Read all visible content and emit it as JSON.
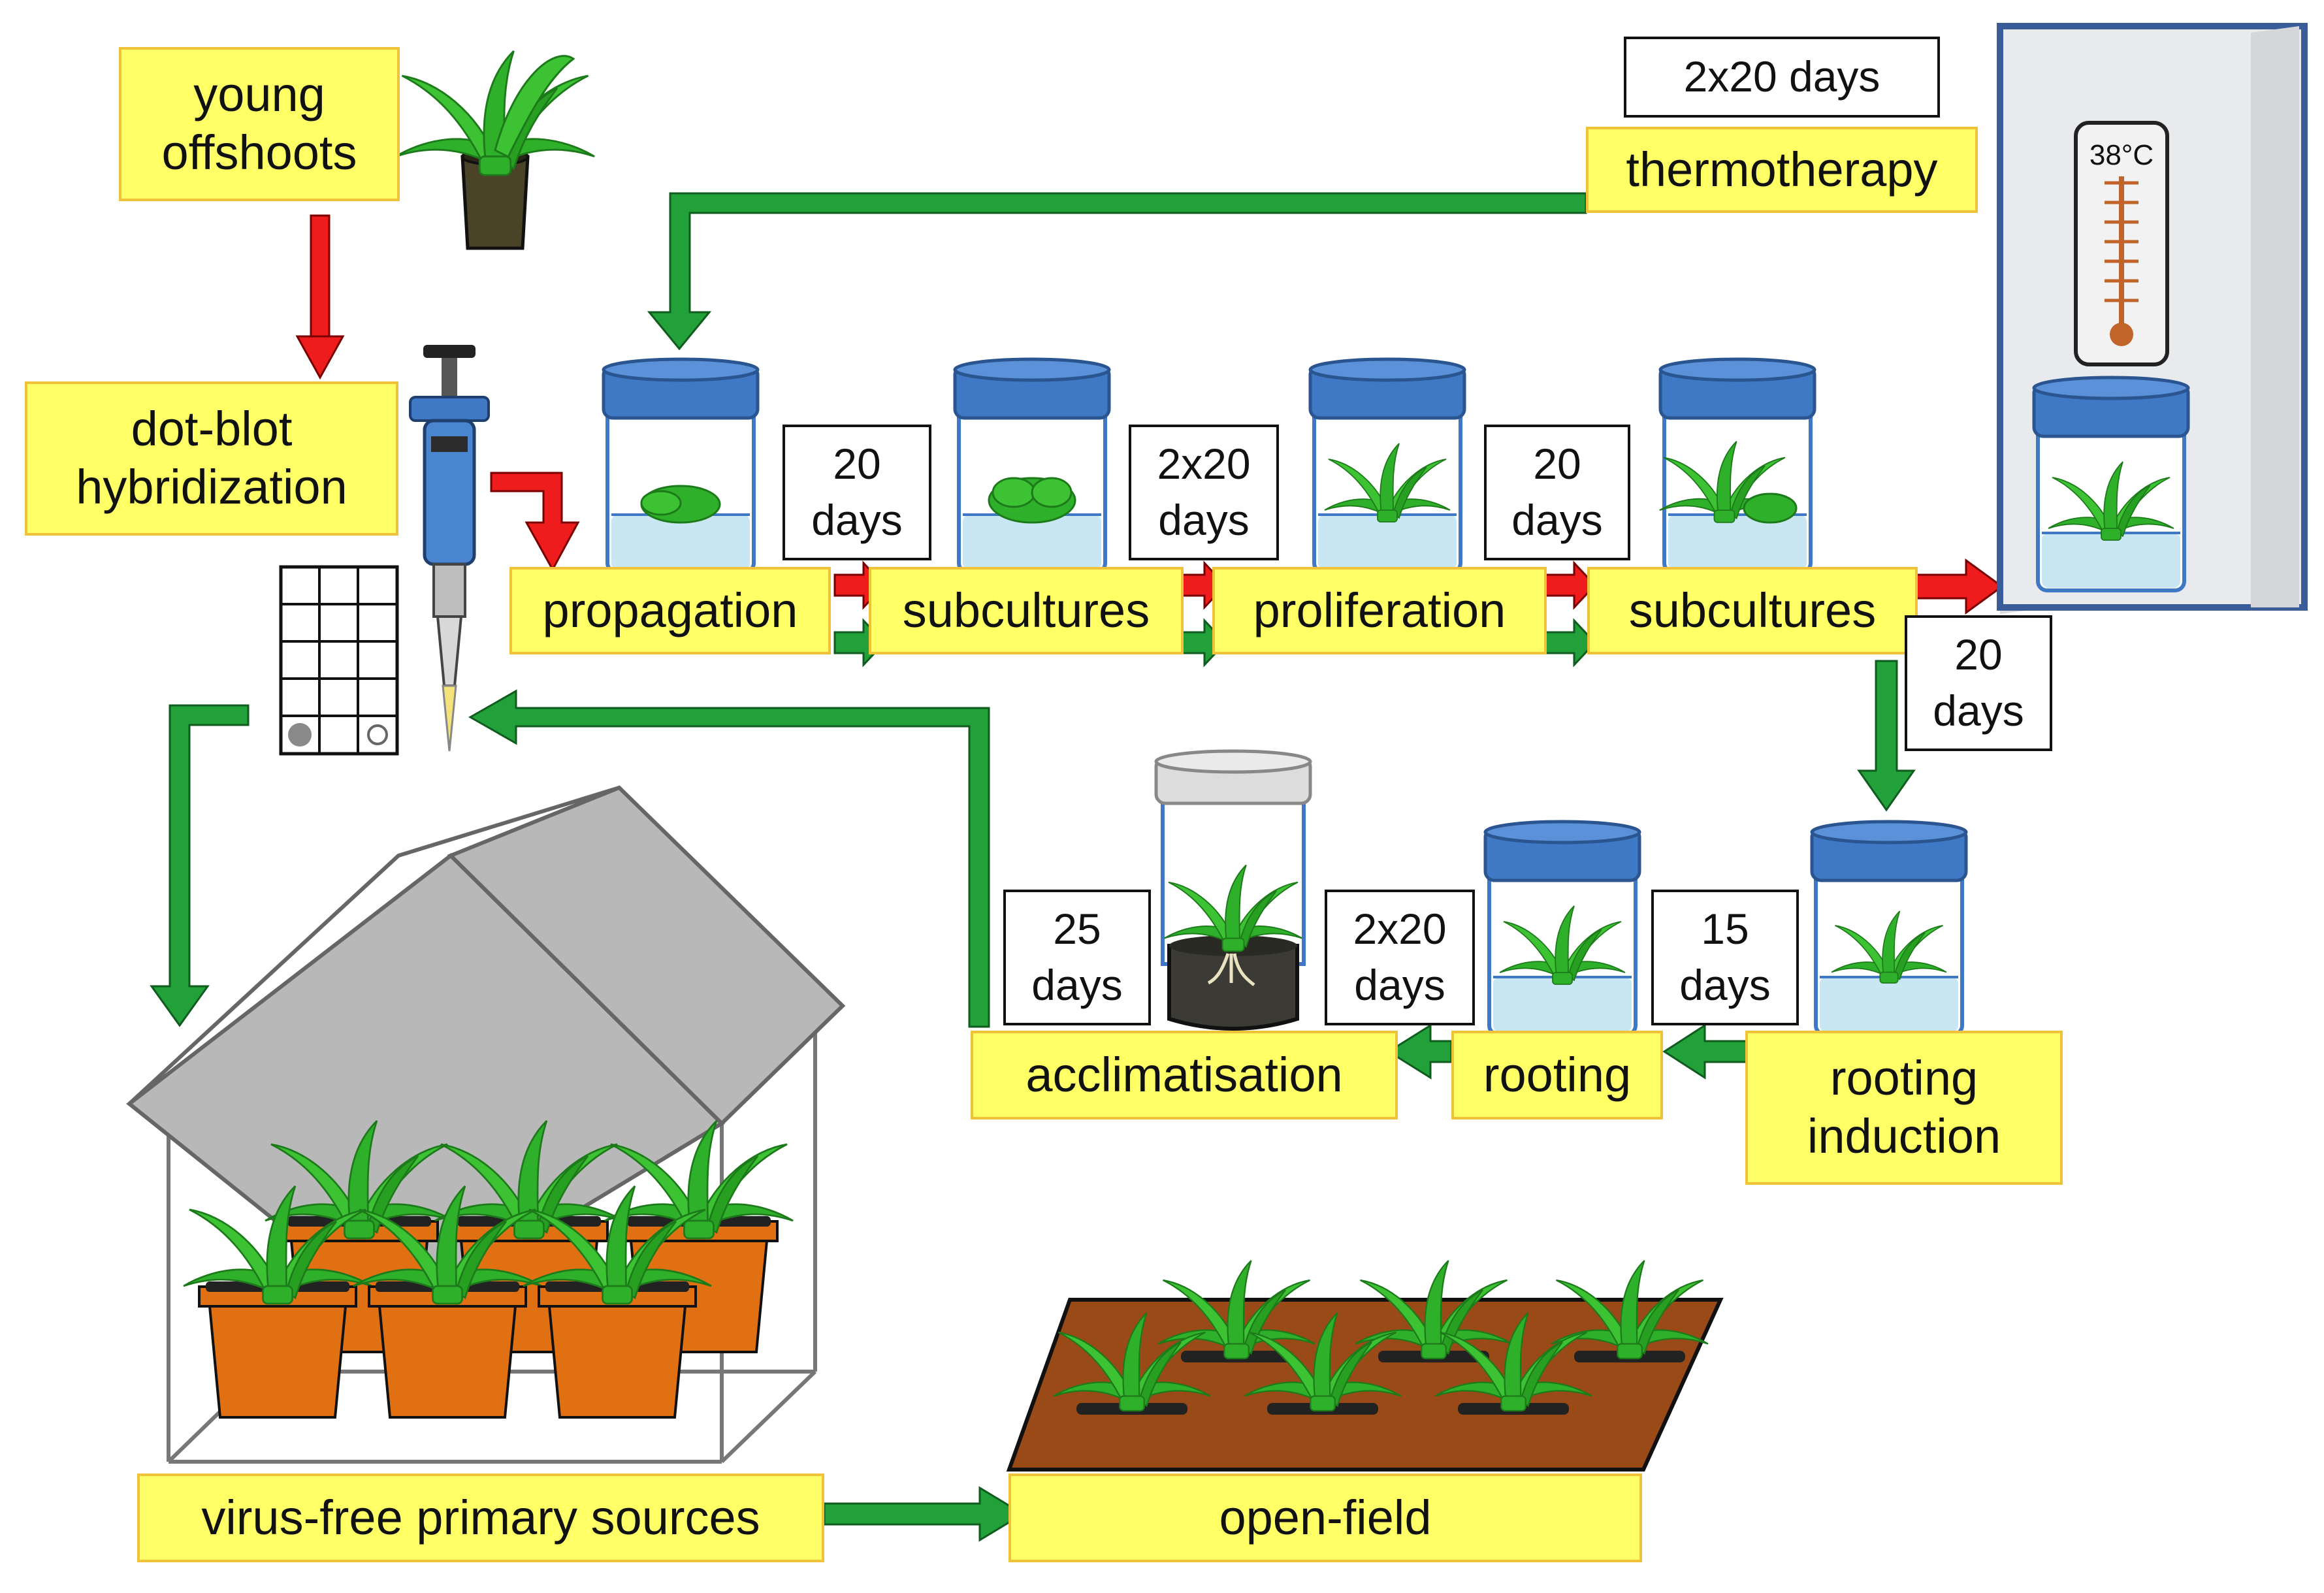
{
  "labels": {
    "young_offshoots": "young\noffshoots",
    "dot_blot": "dot-blot\nhybridization",
    "thermotherapy": "thermotherapy",
    "propagation": "propagation",
    "subcultures_1": "subcultures",
    "proliferation": "proliferation",
    "subcultures_2": "subcultures",
    "rooting_induction": "rooting\ninduction",
    "rooting": "rooting",
    "acclimatisation": "acclimatisation",
    "virus_free": "virus-free primary sources",
    "open_field": "open-field"
  },
  "durations": {
    "thermotherapy": "2x20 days",
    "propagation_to_subcultures": "20\ndays",
    "subcultures_to_proliferation": "2x20\ndays",
    "proliferation_to_subcultures": "20\ndays",
    "subcultures_to_rooting_induction": "20\ndays",
    "rooting_induction_to_rooting": "15\ndays",
    "rooting_to_acclimatisation": "2x20\ndays",
    "acclimatisation_to_greenhouse": "25\ndays"
  },
  "thermometer": {
    "temperature": "38°C"
  },
  "colors": {
    "label_fill": "#ffff66",
    "label_border": "#f0c23a",
    "arrow_red": "#ee1c1c",
    "arrow_green": "#22a03a",
    "jar_lid": "#3f78c4",
    "plant_green": "#2fb02a",
    "pot_orange": "#e07012",
    "soil_brown": "#9a4a16",
    "roof_gray": "#b8b8b8"
  },
  "icons": [
    "potted-plant-icon",
    "pipette-icon",
    "dot-blot-membrane-icon",
    "culture-jar-icon",
    "thermometer-icon",
    "incubator-icon",
    "greenhouse-icon",
    "field-plot-icon"
  ]
}
